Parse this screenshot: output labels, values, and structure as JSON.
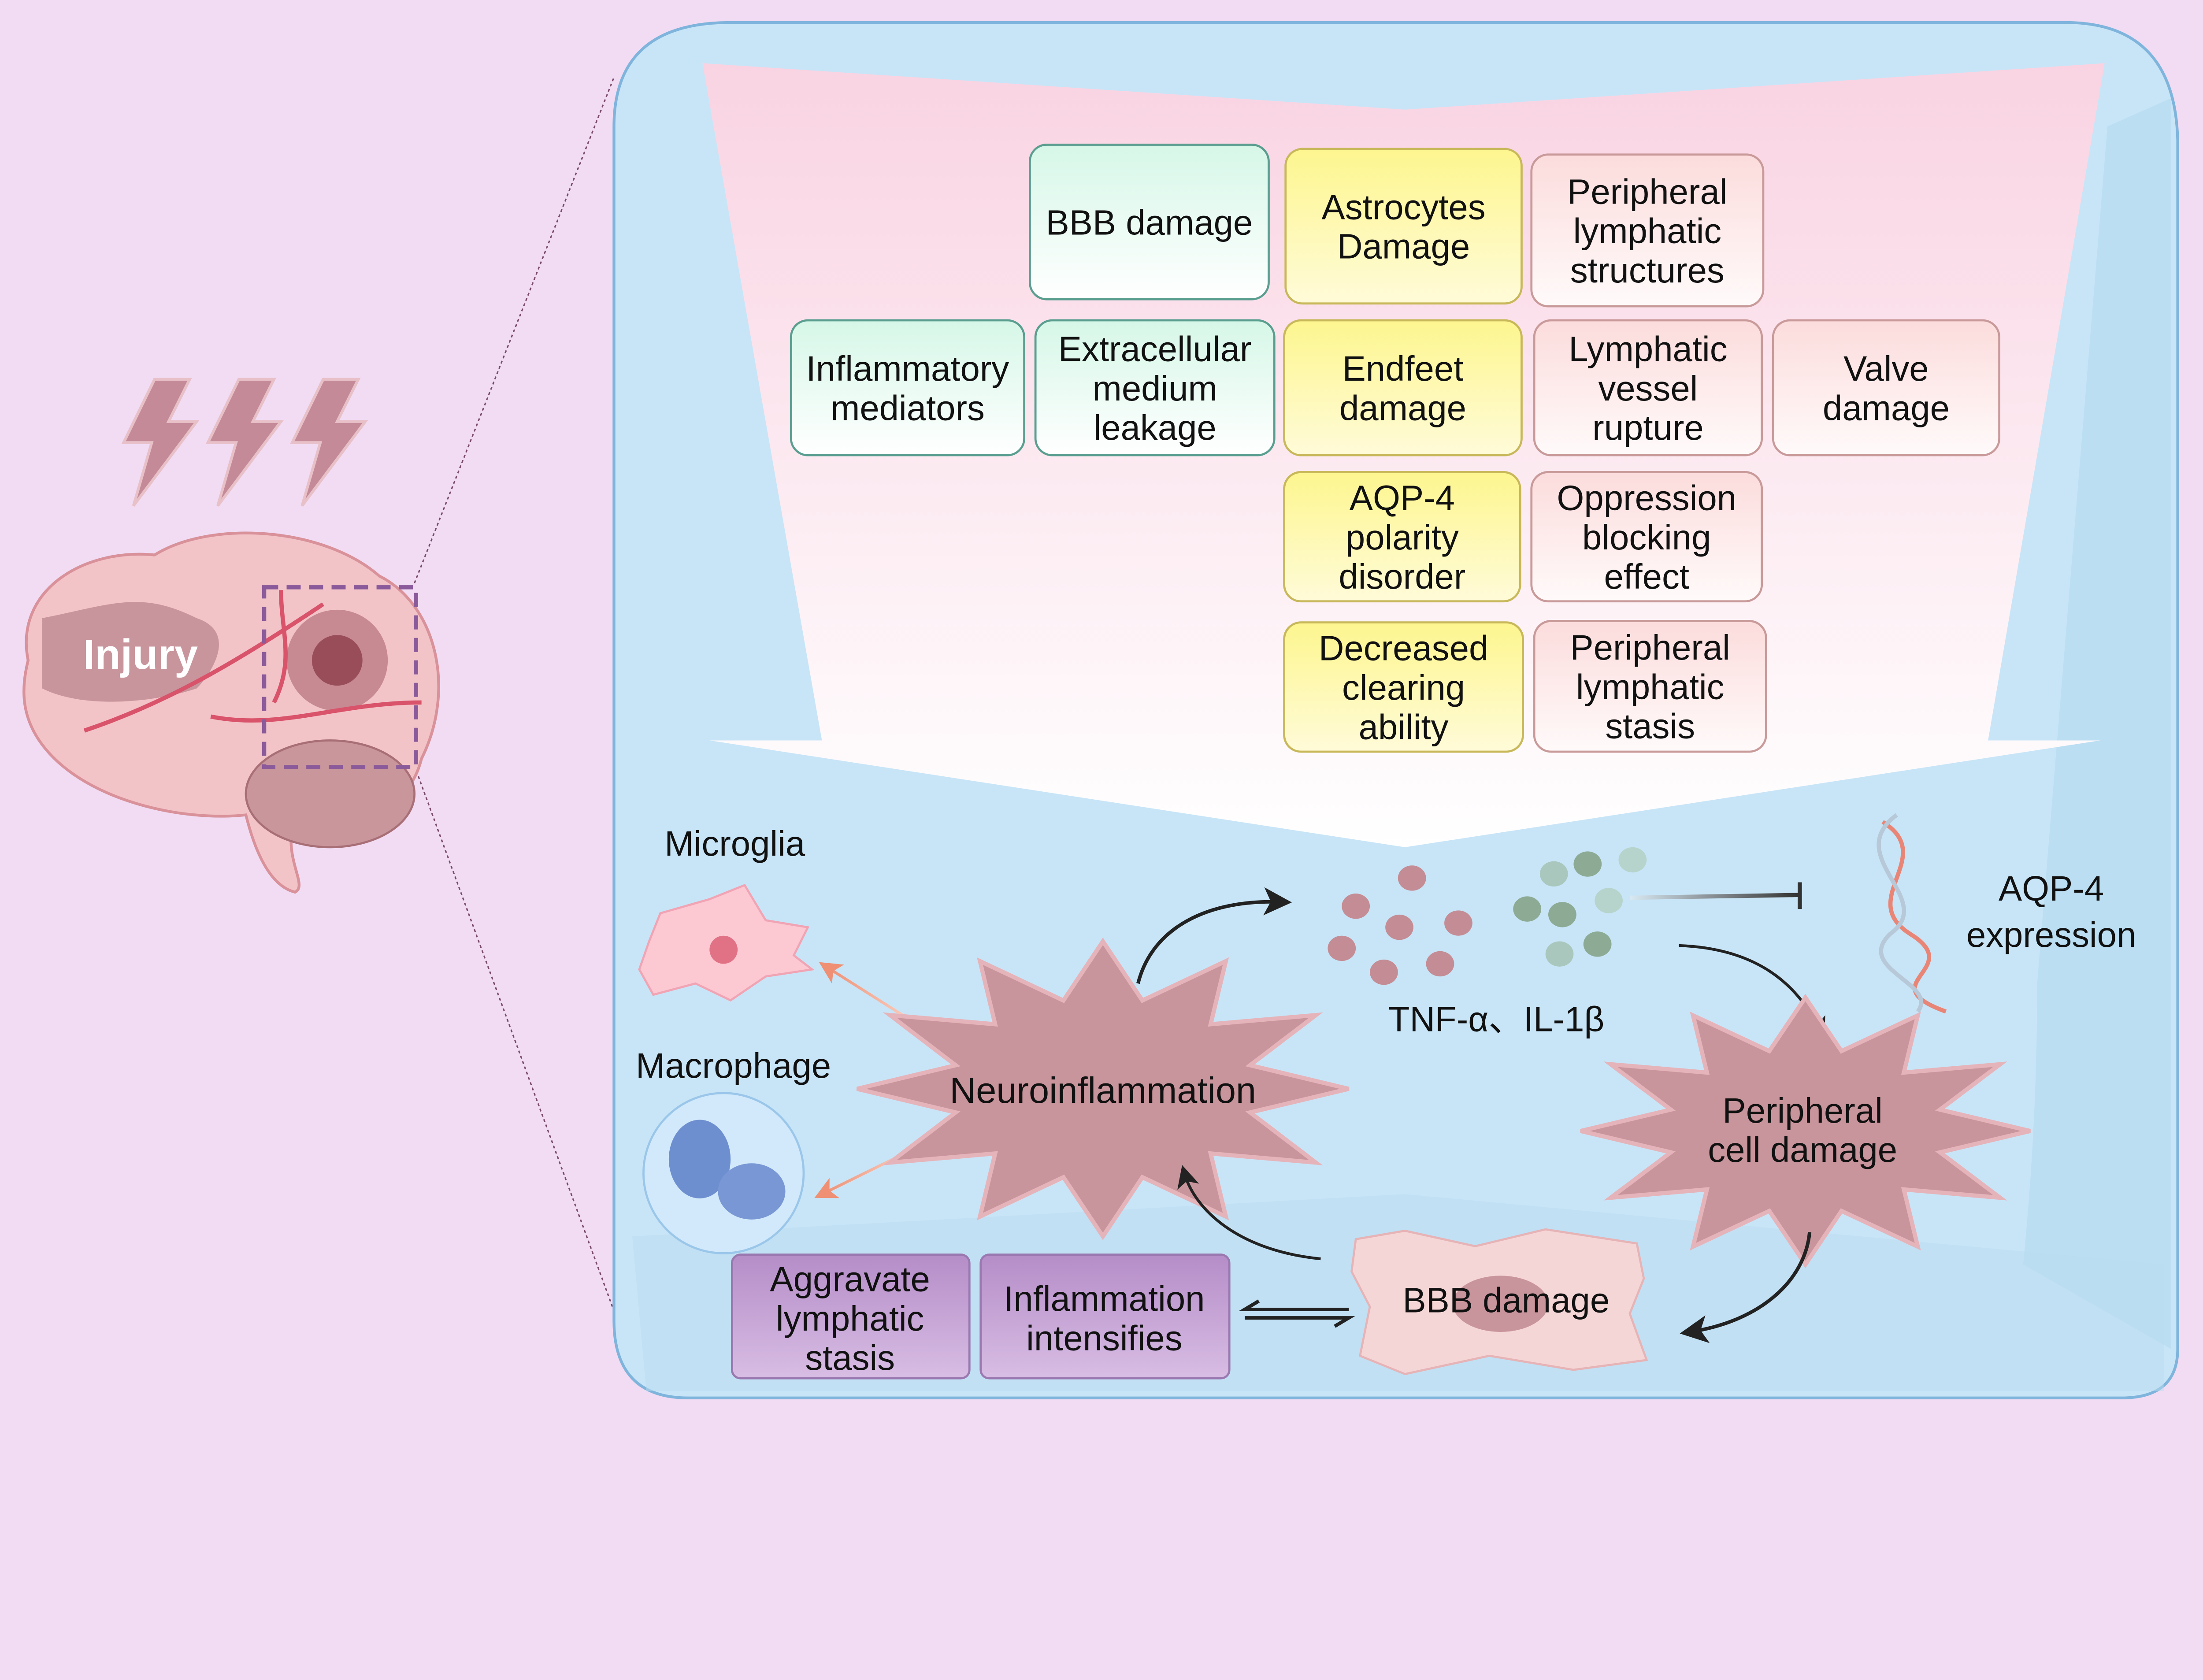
{
  "brain": {
    "label": "Injury"
  },
  "boxes": [
    {
      "id": "bbb-damage-box",
      "lines": [
        "BBB damage"
      ],
      "kind": "green"
    },
    {
      "id": "astrocytes-damage-box",
      "lines": [
        "Astrocytes",
        "Damage"
      ],
      "kind": "yellow"
    },
    {
      "id": "peripheral-lymphatic-structures-box",
      "lines": [
        "Peripheral",
        "lymphatic",
        "structures"
      ],
      "kind": "pink"
    },
    {
      "id": "inflammatory-mediators-box",
      "lines": [
        "Inflammatory",
        "mediators"
      ],
      "kind": "green"
    },
    {
      "id": "extracellular-medium-leakage-box",
      "lines": [
        "Extracellular",
        "medium",
        "leakage"
      ],
      "kind": "green"
    },
    {
      "id": "endfeet-damage-box",
      "lines": [
        "Endfeet",
        "damage"
      ],
      "kind": "yellow"
    },
    {
      "id": "lymphatic-vessel-rupture-box",
      "lines": [
        "Lymphatic",
        "vessel",
        "rupture"
      ],
      "kind": "pink"
    },
    {
      "id": "valve-damage-box",
      "lines": [
        "Valve",
        "damage"
      ],
      "kind": "pink"
    },
    {
      "id": "aqp4-polarity-disorder-box",
      "lines": [
        "AQP-4",
        "polarity",
        "disorder"
      ],
      "kind": "yellow"
    },
    {
      "id": "oppression-blocking-effect-box",
      "lines": [
        "Oppression",
        "blocking",
        "effect"
      ],
      "kind": "pink"
    },
    {
      "id": "decreased-clearing-ability-box",
      "lines": [
        "Decreased",
        "clearing",
        "ability"
      ],
      "kind": "yellow"
    },
    {
      "id": "peripheral-lymphatic-stasis-box",
      "lines": [
        "Peripheral",
        "lymphatic",
        "stasis"
      ],
      "kind": "pink"
    }
  ],
  "mechanism": {
    "microglia": "Microglia",
    "macrophage": "Macrophage",
    "neuroinflammation": "Neuroinflammation",
    "cytokines": "TNF-α、IL-1β",
    "aqp4_expression": [
      "AQP-4",
      "expression"
    ],
    "peripheral_cell_damage": [
      "Peripheral",
      "cell damage"
    ],
    "bbb_damage": "BBB damage",
    "aggravate": [
      "Aggravate",
      "lymphatic",
      "stasis"
    ],
    "inflammation_intensifies": [
      "Inflammation",
      "intensifies"
    ]
  },
  "colors": {
    "background": "#f1dcf3",
    "panel": "#c8e5f7",
    "green": "#dcf8ec",
    "yellow": "#fdf7a0",
    "pink": "#fde3e3",
    "purple": "#c7a2d6",
    "starburst": "#c9959c"
  }
}
